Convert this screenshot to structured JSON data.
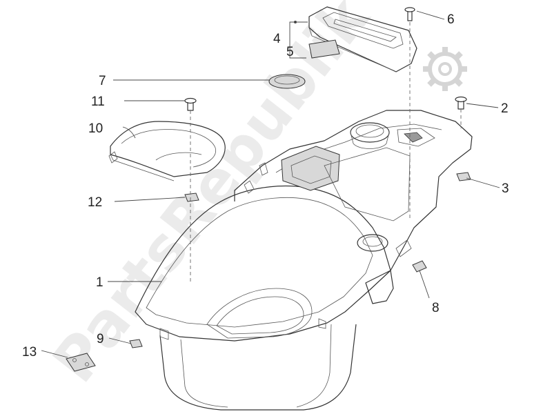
{
  "watermark": "PartsRepublik",
  "callouts": [
    {
      "id": "1",
      "label": "1"
    },
    {
      "id": "2",
      "label": "2"
    },
    {
      "id": "3",
      "label": "3"
    },
    {
      "id": "4",
      "label": "4"
    },
    {
      "id": "5",
      "label": "5"
    },
    {
      "id": "6",
      "label": "6"
    },
    {
      "id": "7",
      "label": "7"
    },
    {
      "id": "8",
      "label": "8"
    },
    {
      "id": "9",
      "label": "9"
    },
    {
      "id": "10",
      "label": "10"
    },
    {
      "id": "11",
      "label": "11"
    },
    {
      "id": "12",
      "label": "12"
    },
    {
      "id": "13",
      "label": "13"
    }
  ],
  "icons": {
    "watermark_logo": "gear-icon"
  }
}
